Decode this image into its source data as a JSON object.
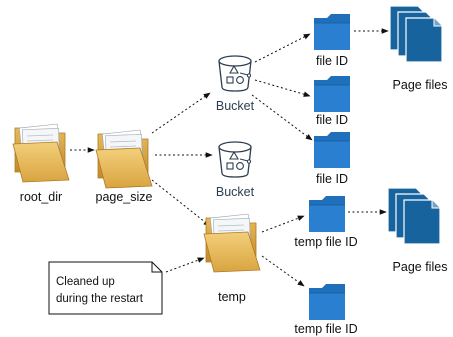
{
  "nodes": {
    "root_dir": "root_dir",
    "page_size": "page_size",
    "bucket_1": "Bucket",
    "bucket_2": "Bucket",
    "temp": "temp",
    "file_id_1": "file ID",
    "file_id_2": "file ID",
    "file_id_3": "file ID",
    "temp_file_id_1": "temp file ID",
    "temp_file_id_2": "temp file ID",
    "page_files_1": "Page files",
    "page_files_2": "Page files"
  },
  "note": {
    "line1": "Cleaned up",
    "line2": "during the restart"
  },
  "colors": {
    "folder_blue": "#1f6fba",
    "page_blue": "#17639e",
    "manila": "#e6b85a",
    "bucket_stroke": "#2d3e50"
  },
  "icons": {
    "manila_folder": "open-manila-folder-icon",
    "blue_folder": "folder-icon",
    "bucket": "bucket-icon",
    "pages": "page-files-icon"
  }
}
